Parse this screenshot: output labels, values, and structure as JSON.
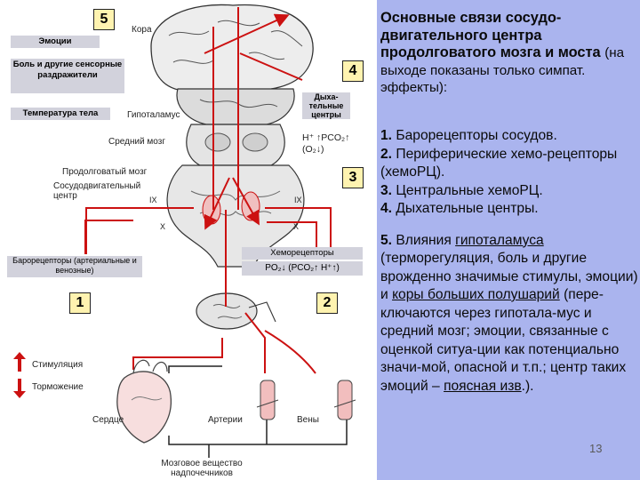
{
  "slide": {
    "title_bold": "Основные связи сосудо-двигательного центра продолговатого мозга и моста",
    "title_note": "(на выходе показаны только симпат. эффекты):",
    "list_items": [
      {
        "num": "1.",
        "text": "Барорецепторы сосудов."
      },
      {
        "num": "2.",
        "text": "Периферические хемо-рецепторы (хемоРЦ)."
      },
      {
        "num": "3.",
        "text": "Центральные хемоРЦ."
      },
      {
        "num": "4.",
        "text": "Дыхательные центры."
      }
    ],
    "item5": {
      "num": "5.",
      "text_a": "Влияния",
      "link_hypothalamus": "гипоталамуса",
      "text_b": "(терморегуляция, боль и другие врожденно значимые стимулы, эмоции) и",
      "link_cortex": "коры больших полушарий",
      "text_c": "(пере-ключаются через гипотала-мус и средний мозг; эмоции, связанные с оценкой ситуа-ции как потенциально значи-мой, опасной и т.п.; центр таких эмоций –",
      "link_cingulate": "поясная изв",
      "text_d": ".)."
    },
    "page_number": "13"
  },
  "diagram": {
    "cortex": "Кора",
    "emotions": "Эмоции",
    "pain": "Боль и другие сенсорные раздражители",
    "temperature": "Температура тела",
    "hypothalamus": "Гипоталамус",
    "respiratory_centers": "Дыха-тельные центры",
    "midbrain": "Средний мозг",
    "gases": "H⁺ ↑PCO₂↑ (O₂↓)",
    "medulla": "Продолговатый мозг",
    "vasomotor": "Сосудодвигательный центр",
    "nerve_ix_left": "IX",
    "nerve_ix_right": "IX",
    "nerve_x_left": "X",
    "nerve_x_right": "X",
    "baroreceptors": "Барорецепторы (артериальные и венозные)",
    "chemoreceptors": "Хеморецепторы",
    "chemo_params": "PO₂↓ (PCO₂↑ H⁺↑)",
    "stimulation": "Стимуляция",
    "inhibition": "Торможение",
    "heart": "Сердце",
    "arteries": "Артерии",
    "veins": "Вены",
    "adrenal": "Мозговое вещество надпочечников",
    "markers": [
      "5",
      "4",
      "3",
      "1",
      "2"
    ]
  },
  "colors": {
    "accent_red": "#cc1111",
    "panel": "#aab4ee",
    "marker": "#fff3b0"
  }
}
